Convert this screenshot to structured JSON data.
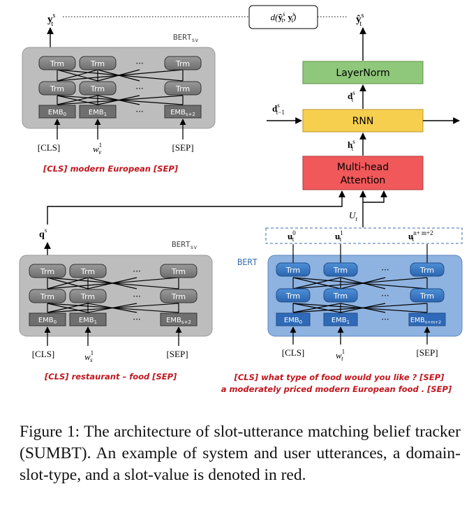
{
  "top_left": {
    "output_label": "y",
    "output_sup": "s",
    "output_sub": "t",
    "bert_label": "BERT",
    "bert_sub": "sv",
    "trm": "Trm",
    "dots": "···",
    "emb": [
      "EMB",
      "EMB",
      "EMB"
    ],
    "emb_sub": [
      "0",
      "1",
      "s+2"
    ],
    "inputs": [
      "[CLS]",
      "w",
      "[SEP]"
    ],
    "input_w_sup": "1",
    "input_w_sub": "v",
    "caption": "[CLS]  modern European  [SEP]"
  },
  "distance": {
    "prefix": "d(",
    "y_hat": "ŷ",
    "sep": ", ",
    "y": "y",
    "suffix": ")",
    "sup": "s",
    "sub": "t"
  },
  "top_right": {
    "output_label": "ŷ",
    "output_sup": "s",
    "output_sub": "t",
    "layernorm": "LayerNorm",
    "d_label": "d",
    "d_sup": "s",
    "d_sub": "t",
    "dprev_label": "d",
    "dprev_sup": "s",
    "dprev_sub": "t−1",
    "rnn": "RNN",
    "h_label": "h",
    "h_sup": "s",
    "h_sub": "t",
    "attention_line1": "Multi-head",
    "attention_line2": "Attention",
    "U_label": "U",
    "U_sub": "t"
  },
  "u_row": {
    "labels": [
      "u",
      "u",
      "u"
    ],
    "sups": [
      "0",
      "1",
      "n+ m+2"
    ],
    "sub": "t"
  },
  "bottom_left": {
    "q_label": "q",
    "q_sup": "s",
    "bert_label": "BERT",
    "bert_sub": "sv",
    "trm": "Trm",
    "dots": "···",
    "emb": [
      "EMB",
      "EMB",
      "EMB"
    ],
    "emb_sub": [
      "0",
      "1",
      "s+2"
    ],
    "inputs": [
      "[CLS]",
      "w",
      "[SEP]"
    ],
    "input_w_sup": "1",
    "input_w_sub": "s",
    "caption": "[CLS]  restaurant  – food  [SEP]"
  },
  "bottom_right": {
    "bert_label": "BERT",
    "trm": "Trm",
    "dots": "···",
    "emb": [
      "EMB",
      "EMB",
      "EMB"
    ],
    "emb_sub": [
      "0",
      "1",
      "n+m+2"
    ],
    "inputs": [
      "[CLS]",
      "w",
      "[SEP]"
    ],
    "input_w_sup": "1",
    "input_w_sub": "t",
    "caption_line1": "[CLS]  what type of food would you like ? [SEP]",
    "caption_line2": "a moderately priced modern European food . [SEP]"
  },
  "figure_caption": "Figure 1: The architecture of slot-utterance matching belief tracker (SUMBT). An example of system and user utterances, a domain-slot-type, and a slot-value is denoted in red.",
  "colors": {
    "red_text": "#c0161e",
    "bert_blue": "#3a6db0",
    "layernorm": "#8fc87a",
    "rnn": "#f7cf4f",
    "attention": "#f0585a",
    "gray_panel": "#bfbfbf",
    "blue_panel": "#8fb3e0"
  }
}
